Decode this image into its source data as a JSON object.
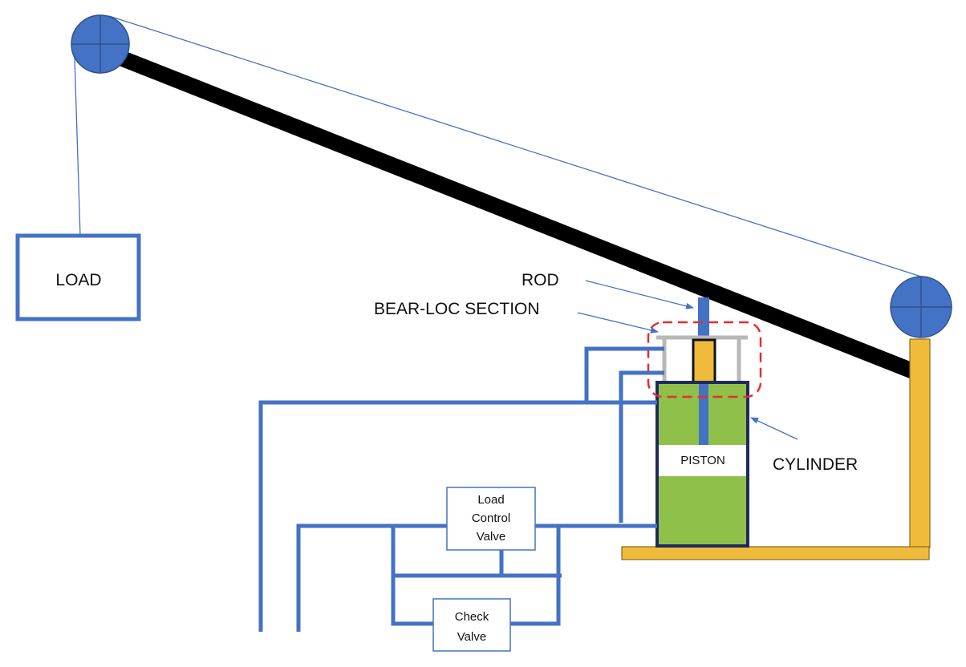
{
  "labels": {
    "load": "LOAD",
    "rod": "ROD",
    "bearloc": "BEAR-LOC SECTION",
    "cylinder": "CYLINDER",
    "piston": "PISTON",
    "load_control_valve": [
      "Load",
      "Control",
      "Valve"
    ],
    "check_valve": [
      "Check",
      "Valve"
    ]
  },
  "colors": {
    "pipe": "#4472c4",
    "pulley": "#4472c4",
    "boom": "#000000",
    "frame": "#f0bb3a",
    "cylinder_fill": "#8fc04a",
    "cylinder_border": "#1f2a5c",
    "bearloc_outline": "#e03030",
    "bearloc_bracket": "#b8b8b8",
    "seal": "#f0bb3a"
  }
}
